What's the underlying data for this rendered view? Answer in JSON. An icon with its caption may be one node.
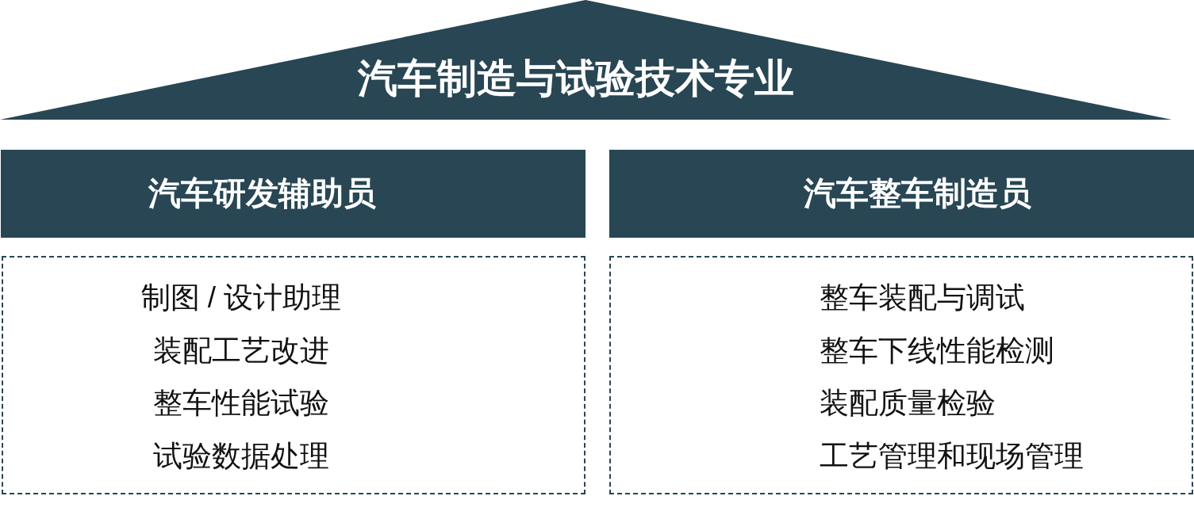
{
  "diagram": {
    "nodes": [
      {
        "text": [
          "汽车制造与试验技术专业"
        ]
      },
      {
        "text": [
          "汽车研发辅助员"
        ]
      },
      {
        "text": [
          "制图 / 设计助理",
          "装配工艺改进",
          "整车性能试验",
          "试验数据处理"
        ]
      },
      {
        "text": [
          "汽车整车制造员"
        ]
      },
      {
        "text": [
          "整车装配与调试",
          "整车下线性能检测",
          "装配质量检验",
          "工艺管理和现场管理"
        ]
      }
    ]
  }
}
